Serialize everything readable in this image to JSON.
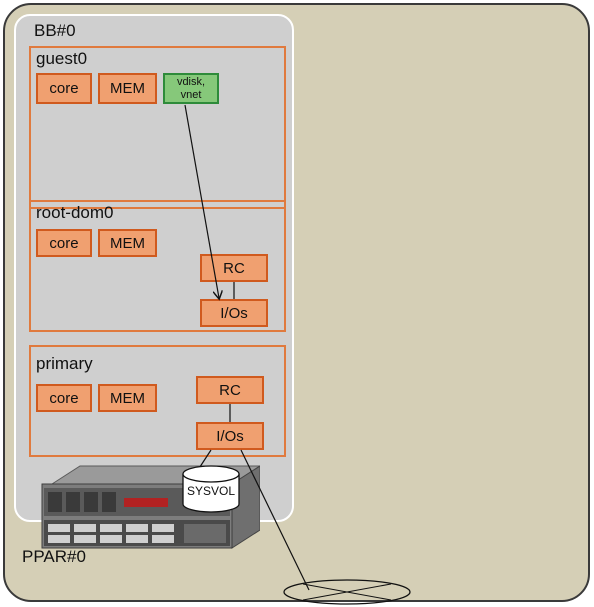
{
  "ppar": {
    "label": "PPAR#0"
  },
  "bb": {
    "label": "BB#0"
  },
  "domains": {
    "guest": {
      "label": "guest0",
      "core": "core",
      "mem": "MEM",
      "vdev_line1": "vdisk,",
      "vdev_line2": "vnet"
    },
    "root": {
      "label": "root-dom0",
      "core": "core",
      "mem": "MEM",
      "rc": "RC",
      "ios": "I/Os"
    },
    "primary": {
      "label": "primary",
      "core": "core",
      "mem": "MEM",
      "rc": "RC",
      "ios": "I/Os"
    }
  },
  "storage": {
    "label": "SYSVOL"
  },
  "colors": {
    "ppar_fill": "#d5cfb6",
    "bb_fill": "#cfcfcf",
    "domain_border": "#e07a3e",
    "component_fill": "#f0a070",
    "virtual_device_fill": "#86c87a"
  },
  "icons": [
    "server-chassis-icon",
    "storage-cylinder-icon",
    "network-ring-icon"
  ]
}
